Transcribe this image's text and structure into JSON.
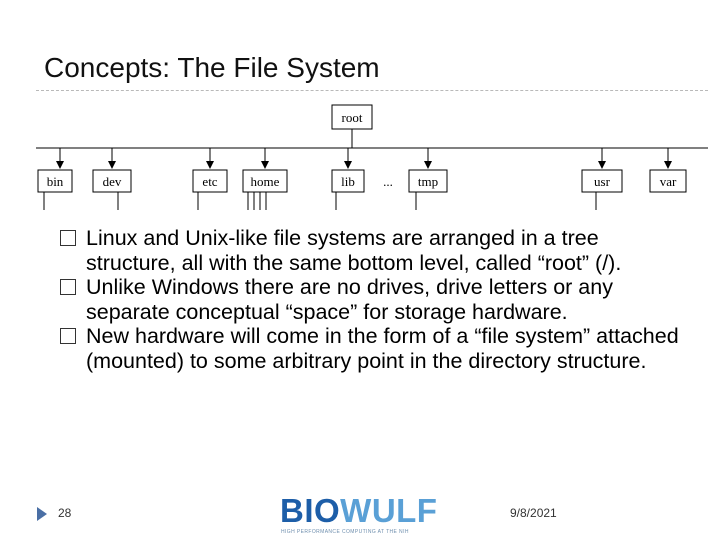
{
  "slide": {
    "title": "Concepts: The File System",
    "page_number": "28",
    "date": "9/8/2021"
  },
  "diagram": {
    "root": "root",
    "dirs": [
      "bin",
      "dev",
      "etc",
      "home",
      "lib",
      "...",
      "tmp",
      "usr",
      "var"
    ]
  },
  "bullets": [
    "Linux and Unix-like file systems are arranged in a tree structure, all with the same bottom level, called “root” (/).",
    "Unlike Windows there are no drives, drive letters or any separate conceptual “space” for storage hardware.",
    "New hardware will come in the form of a “file system” attached (mounted) to some arbitrary point in the directory structure."
  ],
  "logo": {
    "word_part1": "BIO",
    "word_part2": "WULF",
    "tagline": "HIGH PERFORMANCE COMPUTING AT THE NIH"
  },
  "colors": {
    "footer_triangle": "#4a6fa5",
    "logo_dark": "#1d5ea8",
    "logo_light": "#5aa0d6"
  }
}
